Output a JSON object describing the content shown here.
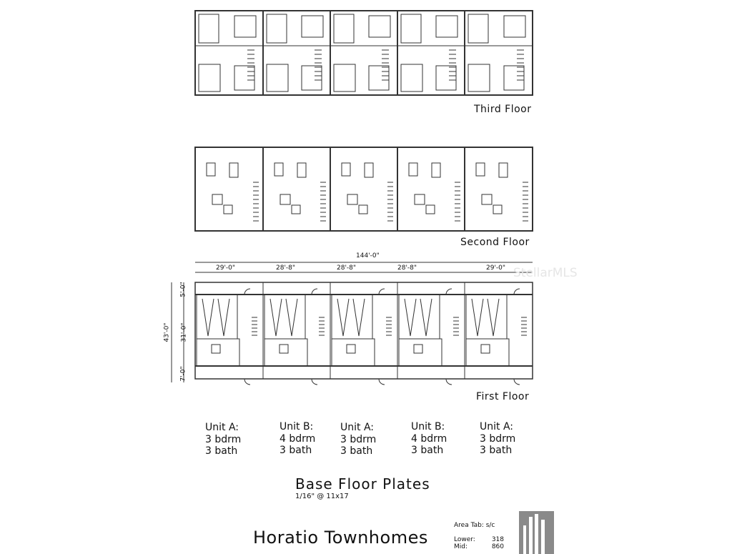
{
  "floors": {
    "third": "Third Floor",
    "second": "Second Floor",
    "first": "First Floor"
  },
  "dimensions": {
    "overall": "144'-0\"",
    "units": [
      "29'-0\"",
      "28'-8\"",
      "28'-8\"",
      "28'-8\"",
      "29'-0\""
    ],
    "depth_total": "43'-0\"",
    "depth_parts": [
      "5'-0\"",
      "31'-0\"",
      "7'-0\""
    ]
  },
  "watermark": "StellarMLS",
  "units": [
    {
      "name": "Unit A:",
      "beds": "3 bdrm",
      "baths": "3 bath"
    },
    {
      "name": "Unit B:",
      "beds": "4 bdrm",
      "baths": "3 bath"
    },
    {
      "name": "Unit A:",
      "beds": "3 bdrm",
      "baths": "3 bath"
    },
    {
      "name": "Unit B:",
      "beds": "4 bdrm",
      "baths": "3 bath"
    },
    {
      "name": "Unit A:",
      "beds": "3 bdrm",
      "baths": "3 bath"
    }
  ],
  "sheet": {
    "heading": "Base Floor Plates",
    "scale": "1/16\" @ 11x17",
    "project": "Horatio Townhomes"
  },
  "area_tab": {
    "title": "Area Tab: s/c",
    "rows": [
      {
        "label": "Lower:",
        "value": "318"
      },
      {
        "label": "Mid:",
        "value": "860"
      }
    ]
  },
  "colors": {
    "line": "#333333",
    "logo": "#8a8a8a"
  }
}
